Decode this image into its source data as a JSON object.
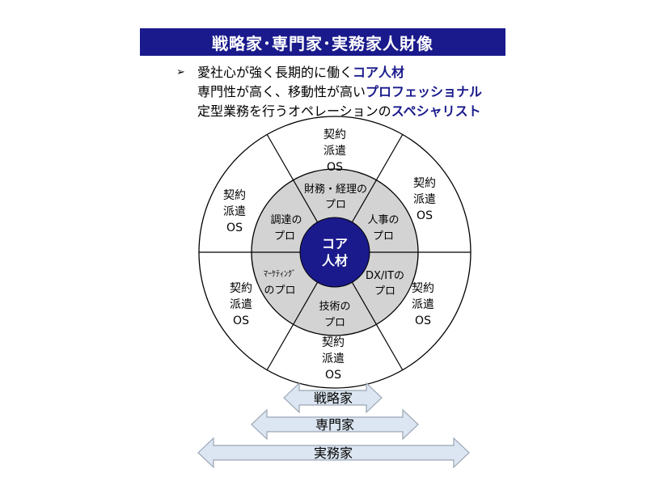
{
  "title": "戦略家･専門家･実務家人財像",
  "bullets": {
    "marker": "➢",
    "lines": [
      {
        "normal": "愛社心が強く長期的に働く",
        "highlight": "コア人材"
      },
      {
        "normal": "専門性が高く、移動性が高い",
        "highlight": "プロフェッショナル"
      },
      {
        "normal": "定型業務を行うオペレーションの",
        "highlight": "スペシャリスト"
      }
    ]
  },
  "diagram": {
    "center": {
      "line1": "コア",
      "line2": "人材"
    },
    "inner": [
      {
        "id": "finance",
        "line1": "財務・経理の",
        "line2": "プロ"
      },
      {
        "id": "hr",
        "line1": "人事の",
        "line2": "プロ"
      },
      {
        "id": "dxit",
        "line1": "DX/ITの",
        "line2": "プロ"
      },
      {
        "id": "tech",
        "line1": "技術の",
        "line2": "プロ"
      },
      {
        "id": "marketing",
        "line1": "ﾏｰｹﾃｨﾝｸﾞ",
        "line2": "のプロ"
      },
      {
        "id": "procurement",
        "line1": "調達の",
        "line2": "プロ"
      }
    ],
    "outer": [
      {
        "id": "top",
        "lines": [
          "契約",
          "派遣",
          "OS"
        ]
      },
      {
        "id": "upper-right",
        "lines": [
          "契約",
          "派遣",
          "OS"
        ]
      },
      {
        "id": "lower-right",
        "lines": [
          "契約",
          "派遣",
          "OS"
        ]
      },
      {
        "id": "bottom",
        "lines": [
          "契約",
          "派遣",
          "OS"
        ]
      },
      {
        "id": "lower-left",
        "lines": [
          "契約",
          "派遣",
          "OS"
        ]
      },
      {
        "id": "upper-left",
        "lines": [
          "契約",
          "派遣",
          "OS"
        ]
      }
    ]
  },
  "arrows": [
    {
      "id": "strategist",
      "label": "戦略家"
    },
    {
      "id": "specialist",
      "label": "専門家"
    },
    {
      "id": "practitioner",
      "label": "実務家"
    }
  ],
  "colors": {
    "title_bg": "#1a1a8c",
    "highlight": "#1a1a8c",
    "center_fill": "#1a1a8c",
    "inner_fill": "#d3d3d3",
    "arrow_fill": "#dce6f2",
    "arrow_stroke": "#9aa5b5"
  }
}
